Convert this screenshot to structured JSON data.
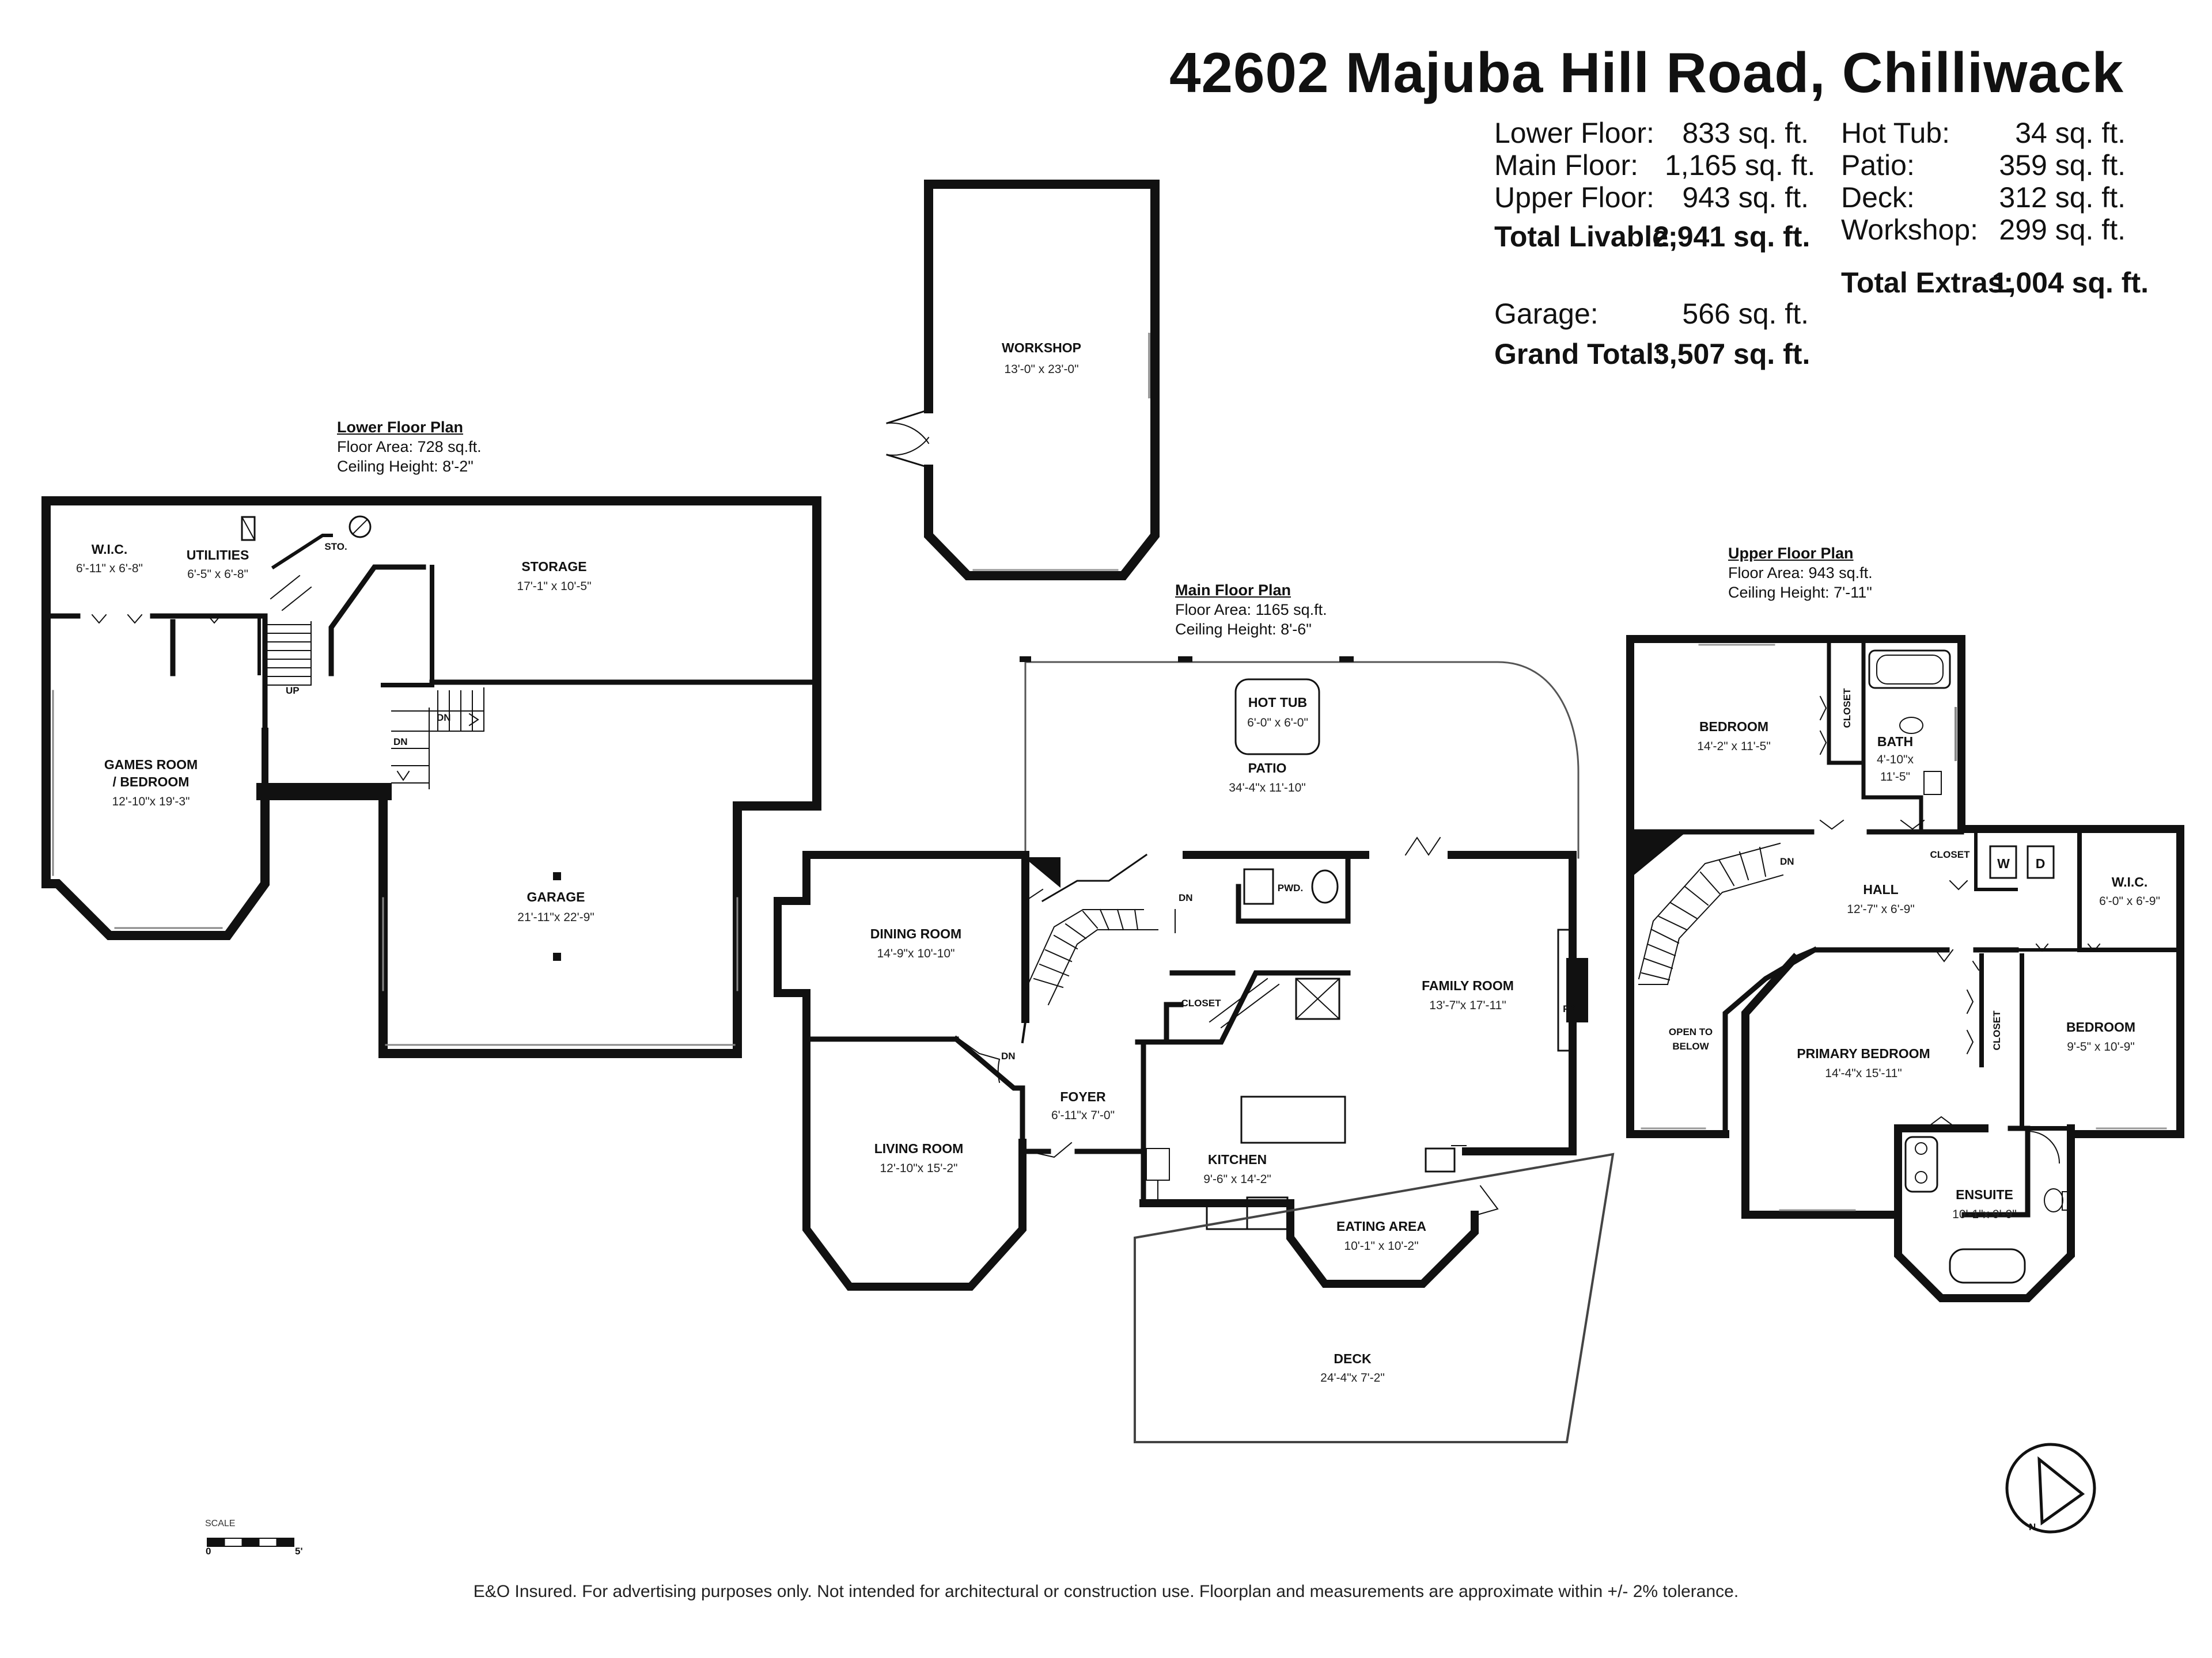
{
  "header": {
    "address": "42602 Majuba Hill Road, Chilliwack"
  },
  "areas": {
    "lower_floor": {
      "label": "Lower Floor:",
      "value": "833 sq. ft."
    },
    "main_floor": {
      "label": "Main Floor:",
      "value": "1,165 sq. ft."
    },
    "upper_floor": {
      "label": "Upper Floor:",
      "value": "943 sq. ft."
    },
    "total_livable": {
      "label": "Total Livable:",
      "value": "2,941 sq. ft."
    },
    "garage": {
      "label": "Garage:",
      "value": "566 sq. ft."
    },
    "grand_total": {
      "label": "Grand Total:",
      "value": "3,507 sq. ft."
    },
    "hot_tub": {
      "label": "Hot Tub:",
      "value": "34 sq. ft."
    },
    "patio": {
      "label": "Patio:",
      "value": "359 sq. ft."
    },
    "deck": {
      "label": "Deck:",
      "value": "312 sq. ft."
    },
    "workshop": {
      "label": "Workshop:",
      "value": "299 sq. ft."
    },
    "total_extras": {
      "label": "Total Extras:",
      "value": "1,004 sq. ft."
    }
  },
  "plans": {
    "lower": {
      "title": "Lower Floor Plan",
      "area": "Floor Area: 728 sq.ft.",
      "ceiling": "Ceiling Height: 8'-2\""
    },
    "main": {
      "title": "Main Floor Plan",
      "area": "Floor Area: 1165 sq.ft.",
      "ceiling": "Ceiling Height: 8'-6\""
    },
    "upper": {
      "title": "Upper Floor Plan",
      "area": "Floor Area: 943 sq.ft.",
      "ceiling": "Ceiling Height: 7'-11\""
    }
  },
  "rooms": {
    "workshop": {
      "name": "WORKSHOP",
      "dims": "13'-0\" x 23'-0\""
    },
    "wic_lower": {
      "name": "W.I.C.",
      "dims": "6'-11\" x 6'-8\""
    },
    "utilities": {
      "name": "UTILITIES",
      "dims": "6'-5\" x 6'-8\""
    },
    "sto": {
      "name": "STO."
    },
    "storage": {
      "name": "STORAGE",
      "dims": "17'-1\" x 10'-5\""
    },
    "games_room": {
      "name": "GAMES ROOM",
      "name2": "/ BEDROOM",
      "dims": "12'-10\"x 19'-3\""
    },
    "garage": {
      "name": "GARAGE",
      "dims": "21'-11\"x 22'-9\""
    },
    "hot_tub": {
      "name": "HOT TUB",
      "dims": "6'-0\" x 6'-0\""
    },
    "patio": {
      "name": "PATIO",
      "dims": "34'-4\"x 11'-10\""
    },
    "dining_room": {
      "name": "DINING ROOM",
      "dims": "14'-9\"x 10'-10\""
    },
    "pwd": {
      "name": "PWD."
    },
    "closet_main": {
      "name": "CLOSET"
    },
    "family_room": {
      "name": "FAMILY ROOM",
      "dims": "13'-7\"x 17'-11\""
    },
    "fp": {
      "name": "FP"
    },
    "living_room": {
      "name": "LIVING ROOM",
      "dims": "12'-10\"x 15'-2\""
    },
    "foyer": {
      "name": "FOYER",
      "dims": "6'-11\"x 7'-0\""
    },
    "kitchen": {
      "name": "KITCHEN",
      "dims": "9'-6\" x 14'-2\""
    },
    "eating_area": {
      "name": "EATING AREA",
      "dims": "10'-1\" x 10'-2\""
    },
    "deck": {
      "name": "DECK",
      "dims": "24'-4\"x 7'-2\""
    },
    "bedroom_upper_left": {
      "name": "BEDROOM",
      "dims": "14'-2\" x 11'-5\""
    },
    "closet_upper_1": {
      "name": "CLOSET"
    },
    "bath": {
      "name": "BATH",
      "dims": "4'-10\"x",
      "dims2": "11'-5\""
    },
    "closet_upper_2": {
      "name": "CLOSET"
    },
    "hall": {
      "name": "HALL",
      "dims": "12'-7\" x 6'-9\""
    },
    "wic_upper": {
      "name": "W.I.C.",
      "dims": "6'-0\" x 6'-9\""
    },
    "open_to_below": {
      "name": "OPEN TO",
      "name2": "BELOW"
    },
    "primary_bedroom": {
      "name": "PRIMARY BEDROOM",
      "dims": "14'-4\"x 15'-11\""
    },
    "closet_upper_3": {
      "name": "CLOSET"
    },
    "bedroom_upper_right": {
      "name": "BEDROOM",
      "dims": "9'-5\" x 10'-9\""
    },
    "ensuite": {
      "name": "ENSUITE",
      "dims": "10'-1\"x 9'-9\""
    }
  },
  "marks": {
    "dn": "DN",
    "up": "UP",
    "w": "W",
    "d": "D",
    "compass": "N"
  },
  "scale": {
    "label": "SCALE",
    "start": "0",
    "end": "5'"
  },
  "footer": {
    "disclaimer": "E&O Insured. For advertising purposes only. Not intended for architectural or construction use. Floorplan and measurements are approximate within +/- 2% tolerance."
  }
}
